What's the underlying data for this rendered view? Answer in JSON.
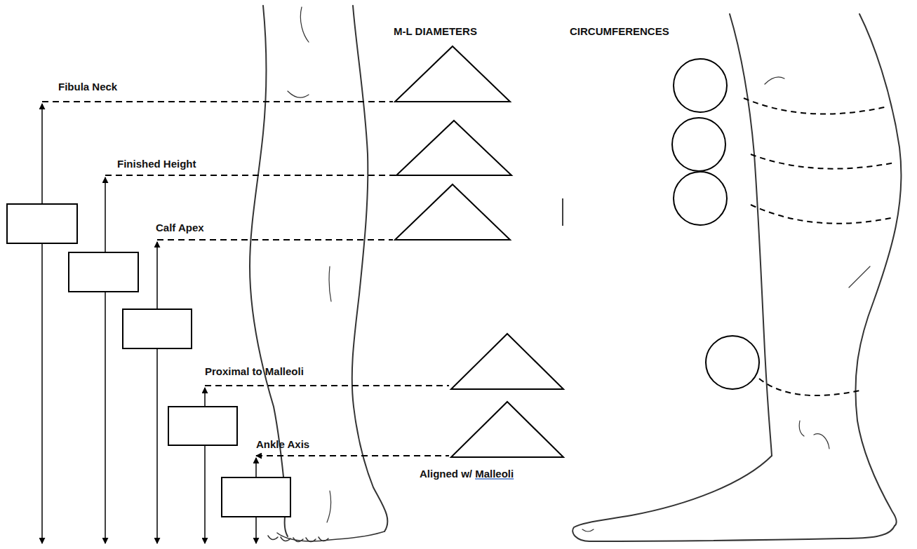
{
  "diagram": {
    "labels": [
      "Fibula Neck",
      "Finished Height",
      "Calf Apex",
      "Proximal to Malleoli",
      "Ankle Axis",
      "M-L DIAMETERS",
      "CIRCUMFERENCES",
      "Aligned w/ Malleoli"
    ]
  }
}
